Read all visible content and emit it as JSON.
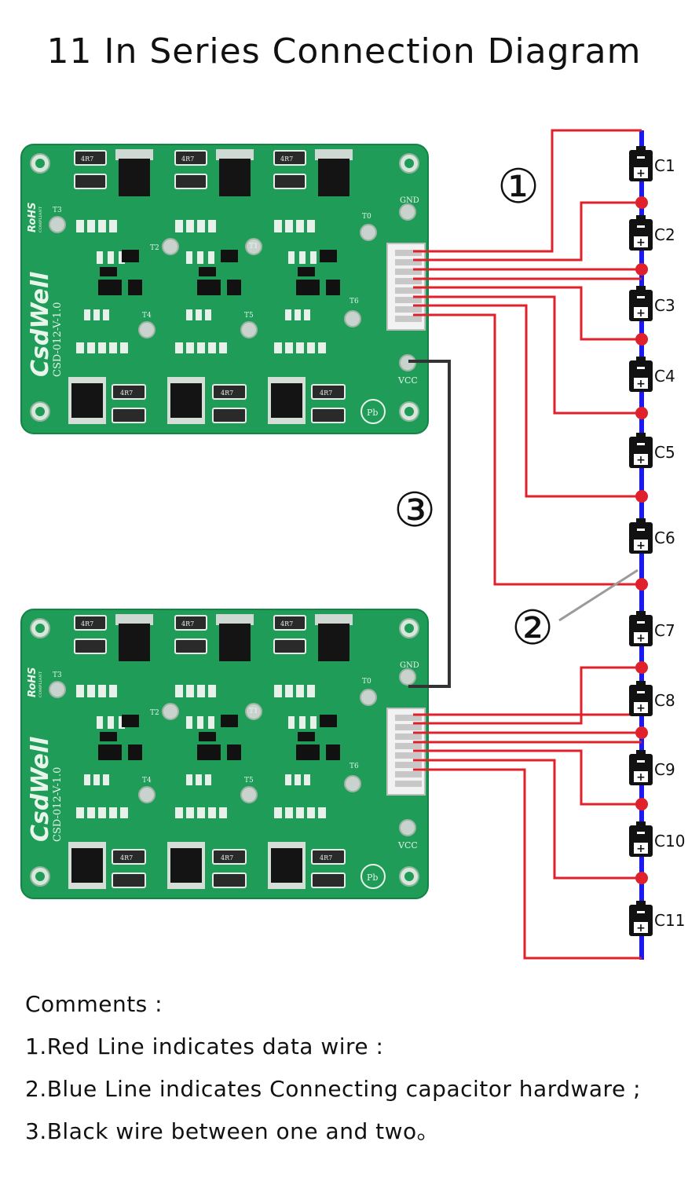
{
  "title": "11 In Series Connection Diagram",
  "capacitors": [
    "C1",
    "C2",
    "C3",
    "C4",
    "C5",
    "C6",
    "C7",
    "C8",
    "C9",
    "C10",
    "C11"
  ],
  "callouts": {
    "one": "①",
    "two": "②",
    "three": "③"
  },
  "board": {
    "brand": "CsdWell",
    "model": "CSD-012-V-1.0",
    "rohs": "RoHS",
    "rohs_sub": "COMPLIANT",
    "pb": "Pb",
    "resistor_code": "4R7",
    "gnd": "GND",
    "vcc": "VCC",
    "test_points": [
      "T0",
      "T1",
      "T2",
      "T3",
      "T4",
      "T5",
      "T6"
    ]
  },
  "comments": {
    "heading": "Comments :",
    "line1": "1.Red Line indicates data wire  :",
    "line2": "2.Blue Line indicates Connecting capacitor hardware ;",
    "line3": "3.Black wire between one and two。"
  },
  "colors": {
    "data_wire": "#e0202a",
    "capacitor_link": "#1a1aee",
    "board_link": "#333333",
    "pcb": "#1f9c57",
    "pcb_edge": "#178a4a"
  }
}
